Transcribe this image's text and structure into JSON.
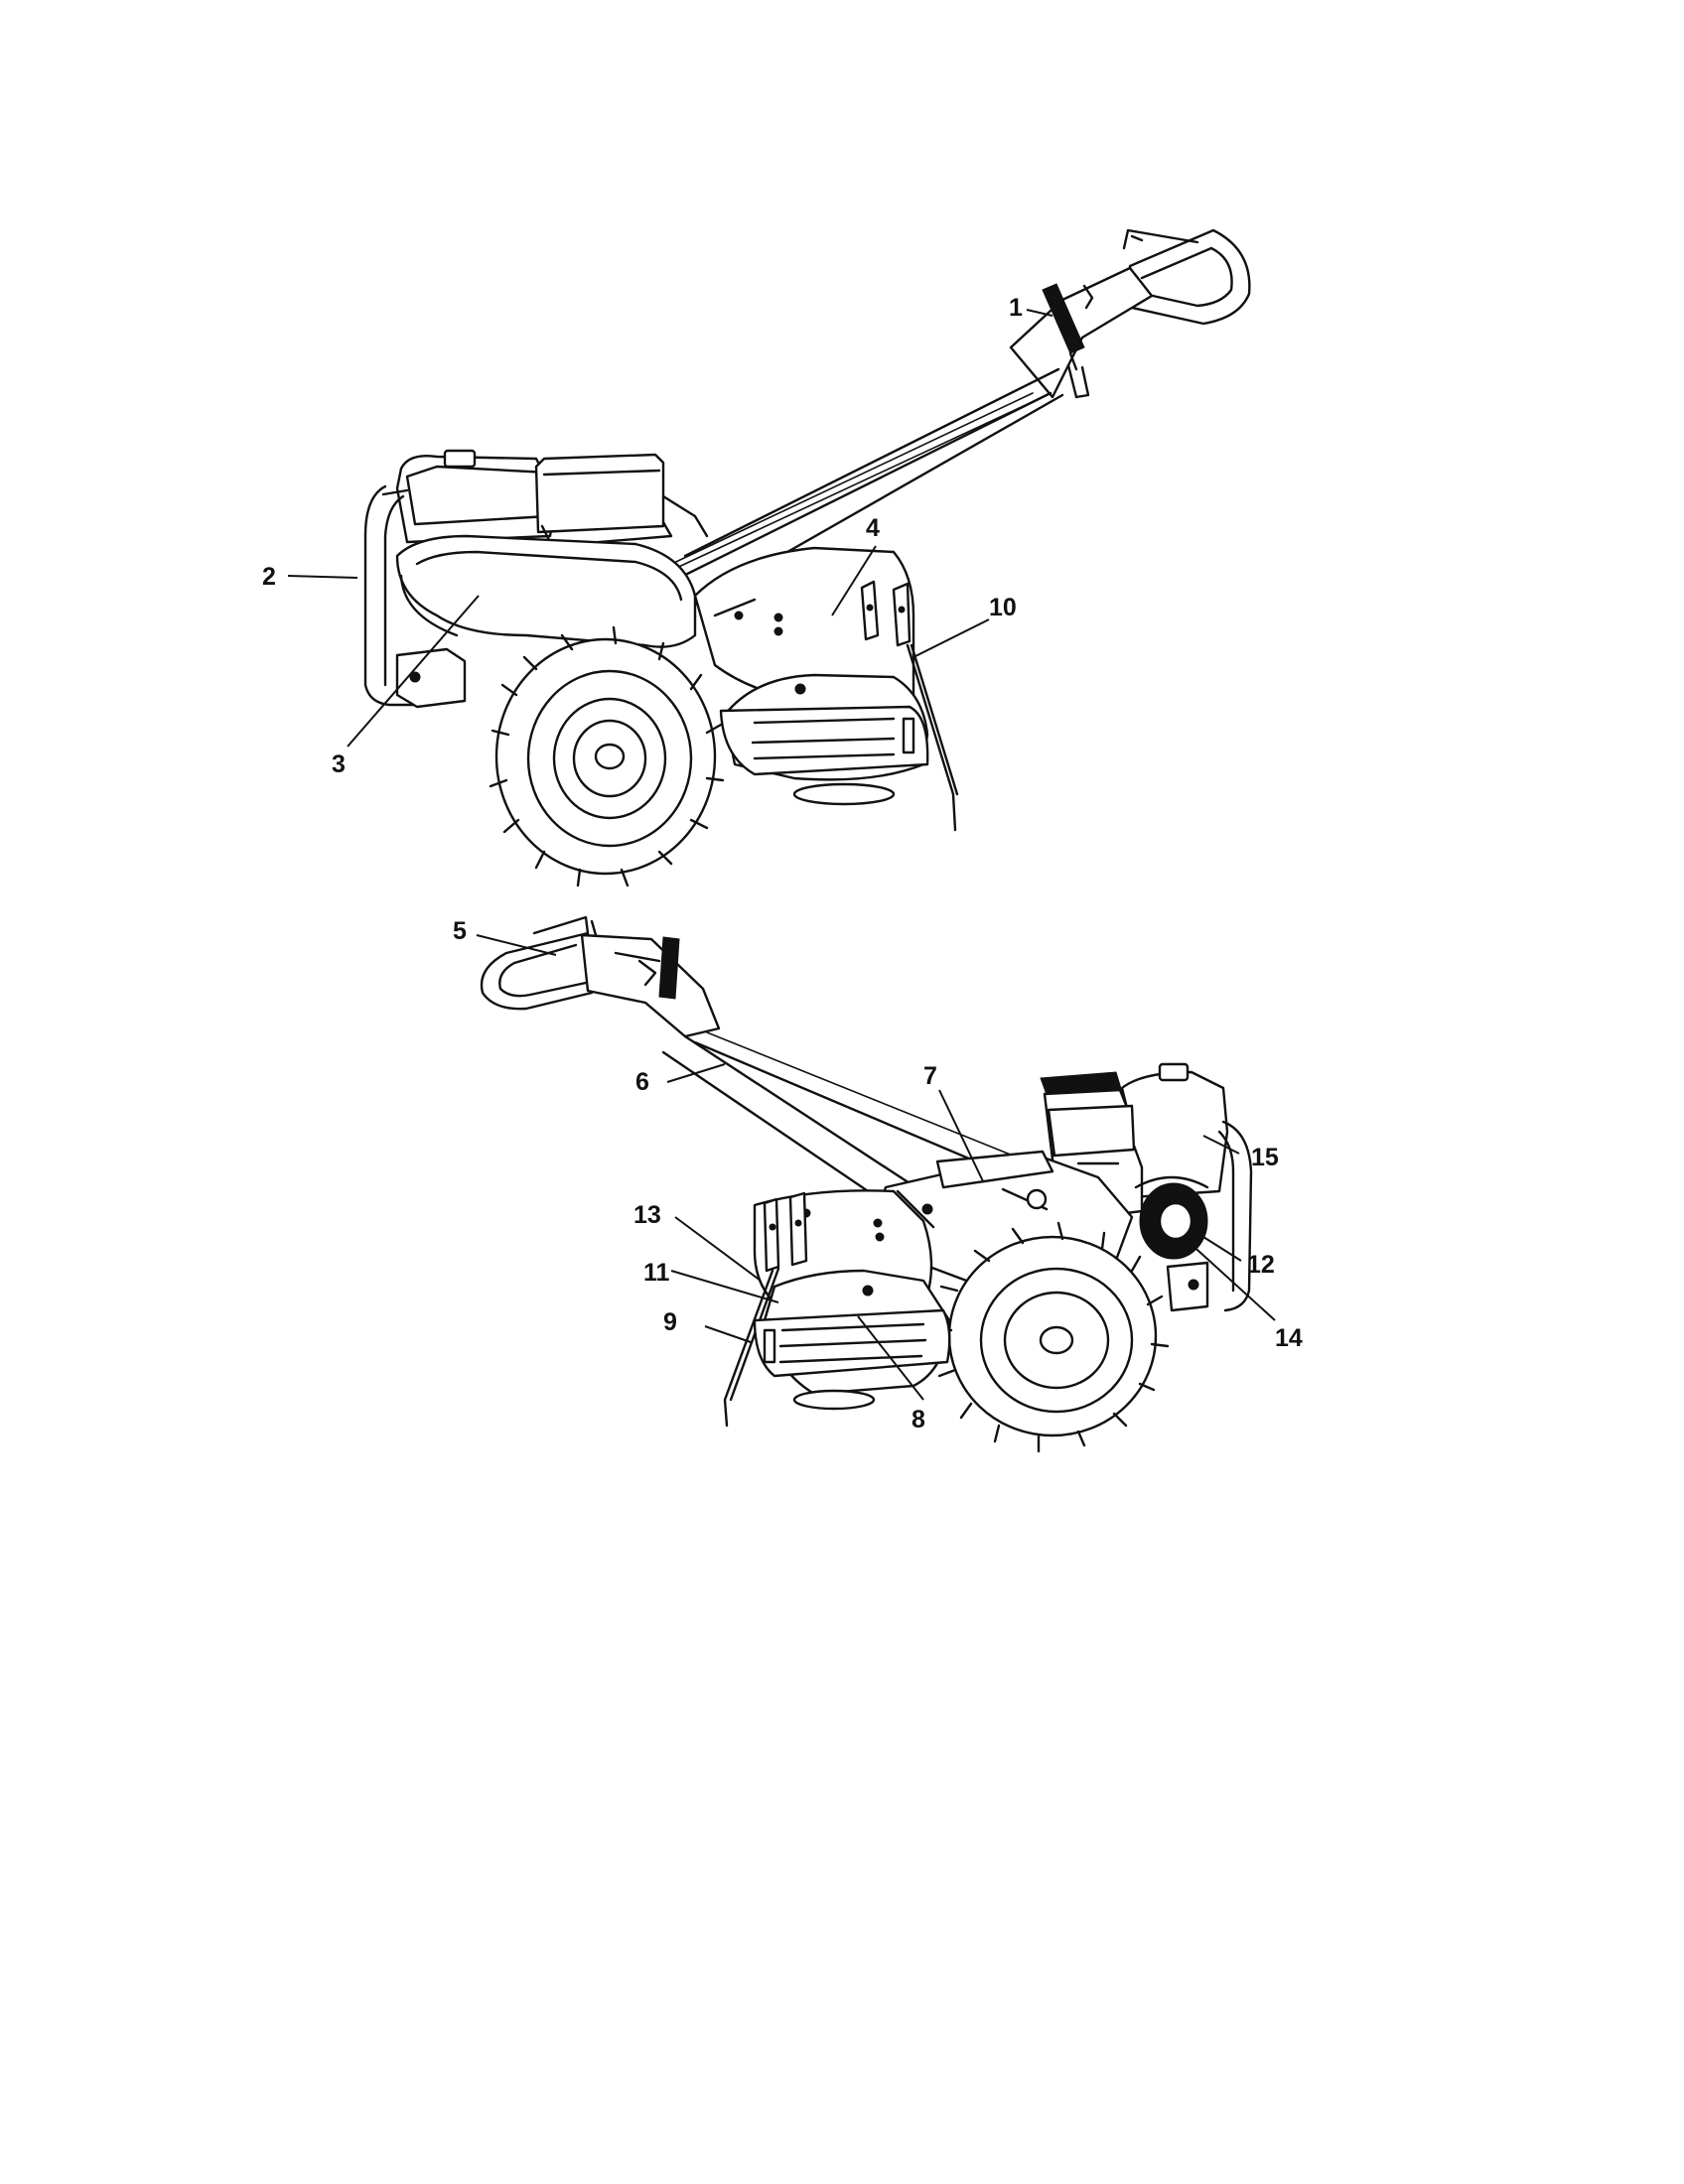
{
  "figure": {
    "upper_view": {
      "callouts": [
        "1",
        "2",
        "3",
        "4",
        "10"
      ]
    },
    "lower_view": {
      "callouts": [
        "5",
        "6",
        "7",
        "13",
        "11",
        "9",
        "8",
        "15",
        "12",
        "14"
      ]
    }
  }
}
